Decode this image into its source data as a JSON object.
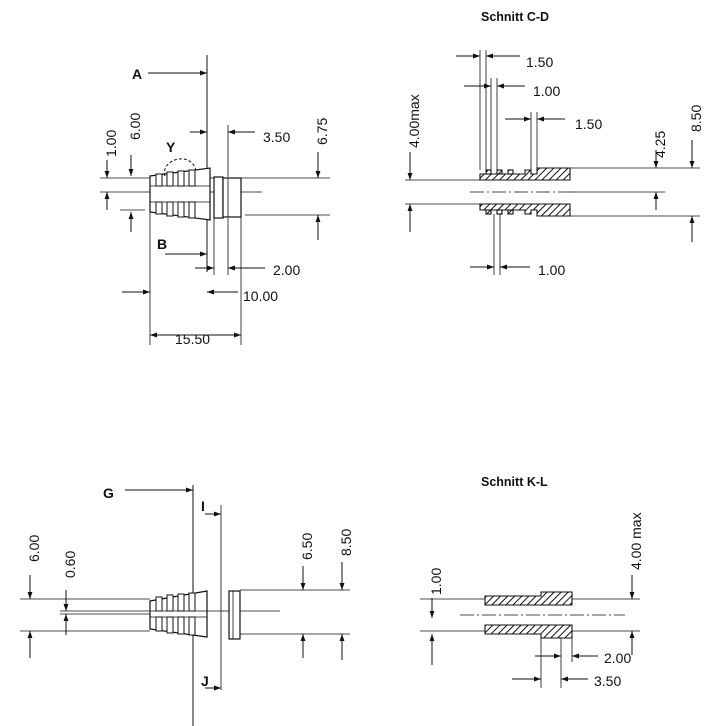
{
  "views": {
    "view1": {
      "section_marks": {
        "top": "A",
        "bottom": "B"
      },
      "detail_mark": "Y",
      "dims": {
        "d_100": "1.00",
        "d_600": "6.00",
        "d_350": "3.50",
        "d_675": "6.75",
        "d_200": "2.00",
        "d_1000": "10.00",
        "d_1550": "15.50"
      }
    },
    "section_cd": {
      "title": "Schnitt C-D",
      "dims": {
        "d_150_top": "1.50",
        "d_100_top": "1.00",
        "d_150_mid": "1.50",
        "d_400max": "4.00max",
        "d_425": "4.25",
        "d_850": "8.50",
        "d_100_bottom": "1.00"
      }
    },
    "view2": {
      "section_marks": {
        "top_left": "G",
        "top": "I",
        "bottom": "J"
      },
      "dims": {
        "d_600": "6.00",
        "d_060": "0.60",
        "d_650": "6.50",
        "d_850": "8.50"
      }
    },
    "section_kl": {
      "title": "Schnitt K-L",
      "dims": {
        "d_400max": "4.00 max",
        "d_100": "1.00",
        "d_200": "2.00",
        "d_350": "3.50"
      }
    }
  }
}
